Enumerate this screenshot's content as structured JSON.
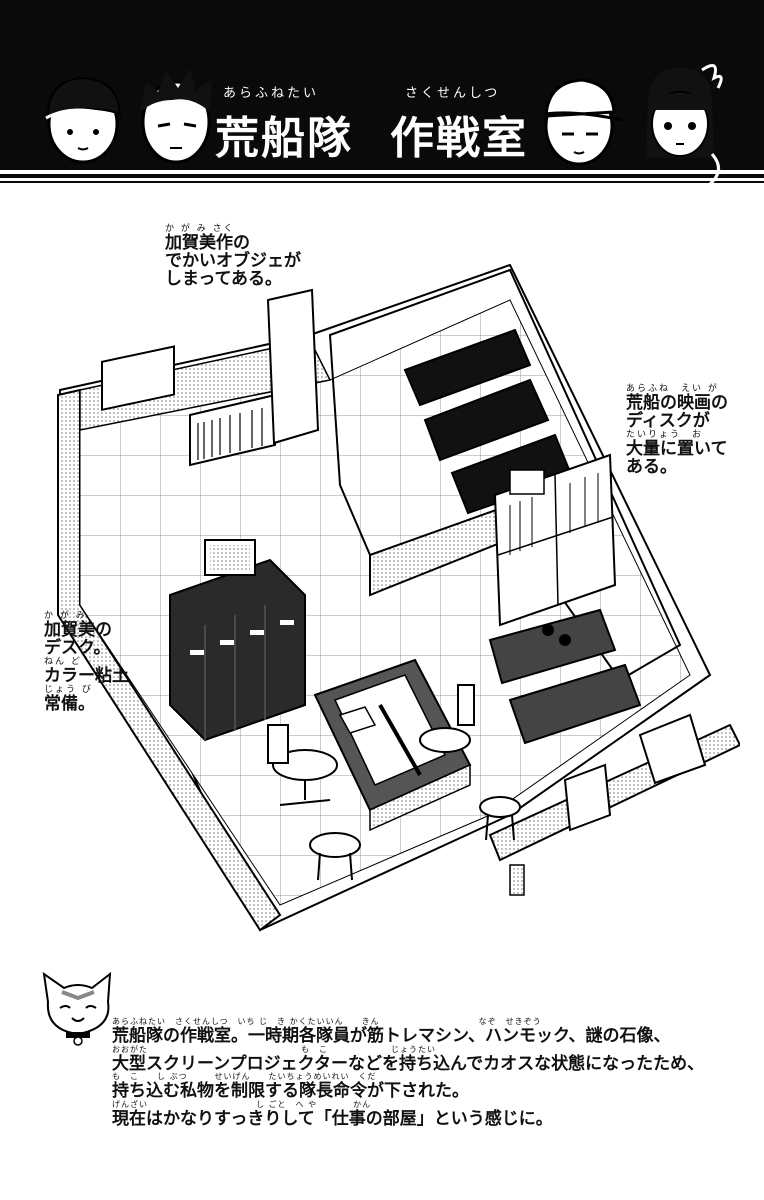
{
  "header": {
    "title_ruby_left": "あらふねたい",
    "title_ruby_right": "さくせんしつ",
    "title_left": "荒船隊",
    "title_right": "作戦室"
  },
  "notes": {
    "kagami_obje": {
      "ruby": "か が み さく",
      "lines": [
        "加賀美作の",
        "でかいオブジェが",
        "しまってある。"
      ]
    },
    "arafune_disc": {
      "ruby1": "あらふね　えい が",
      "lines": [
        "荒船の映画の",
        "ディスクが",
        "大量に置いて",
        "ある。"
      ],
      "ruby3": "たいりょう　お"
    },
    "kagami_desk": {
      "ruby1": "か が み",
      "ruby3": "ねん ど",
      "ruby4": "じょう び",
      "lines": [
        "加賀美の",
        "デスク。",
        "カラー粘土",
        "常備。"
      ]
    }
  },
  "caption": {
    "ruby1": "あらふねたい　さくせんしつ　いち じ　き かくたいいん　　きん　　　　　　　　　　　なぞ　せきぞう",
    "ruby2": "おおがた　　　　　　　　　　　　　　　　　も　こ　　　　　　　じょうたい",
    "ruby3": "も　こ　　し ぶつ　　　せいげん　　たいちょうめいれい　くだ",
    "ruby4": "げんざい　　　　　　　　　　　　し ごと　へ や　　　　かん",
    "lines": [
      "荒船隊の作戦室。一時期各隊員が筋トレマシン、ハンモック、謎の石像、",
      "大型スクリーンプロジェクターなどを持ち込んでカオスな状態になったため、",
      "持ち込む私物を制限する隊長命令が下された。",
      "現在はかなりすっきりして「仕事の部屋」という感じに。"
    ]
  }
}
